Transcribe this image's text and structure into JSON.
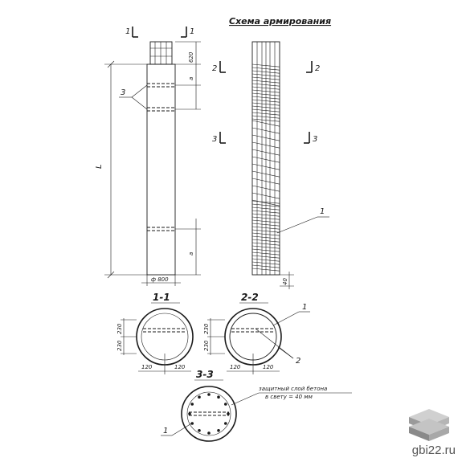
{
  "drawing": {
    "title": "Схема армирования",
    "sections": {
      "s1": "1-1",
      "s2": "2-2",
      "s3": "3-3"
    },
    "cut_marks": {
      "c1": "1",
      "c2": "2",
      "c3": "3"
    },
    "callouts": {
      "mesh": "1",
      "spiral": "2",
      "lift_loops": "3"
    },
    "dimensions": {
      "length": "L",
      "diameter": "ф 800",
      "bar_spacing_vertical": "230",
      "bar_spacing_horizontal": "120",
      "top_outlet": "620",
      "top_gap": "a",
      "bottom_gap": "a",
      "cover_bottom": "40"
    },
    "protective_layer_note": {
      "line1": "защитный слой бетона",
      "line2": "в свету = 40 мм"
    }
  },
  "watermark": {
    "site": "gbi22.ru",
    "logo_icon": "stacked-slabs-icon"
  }
}
